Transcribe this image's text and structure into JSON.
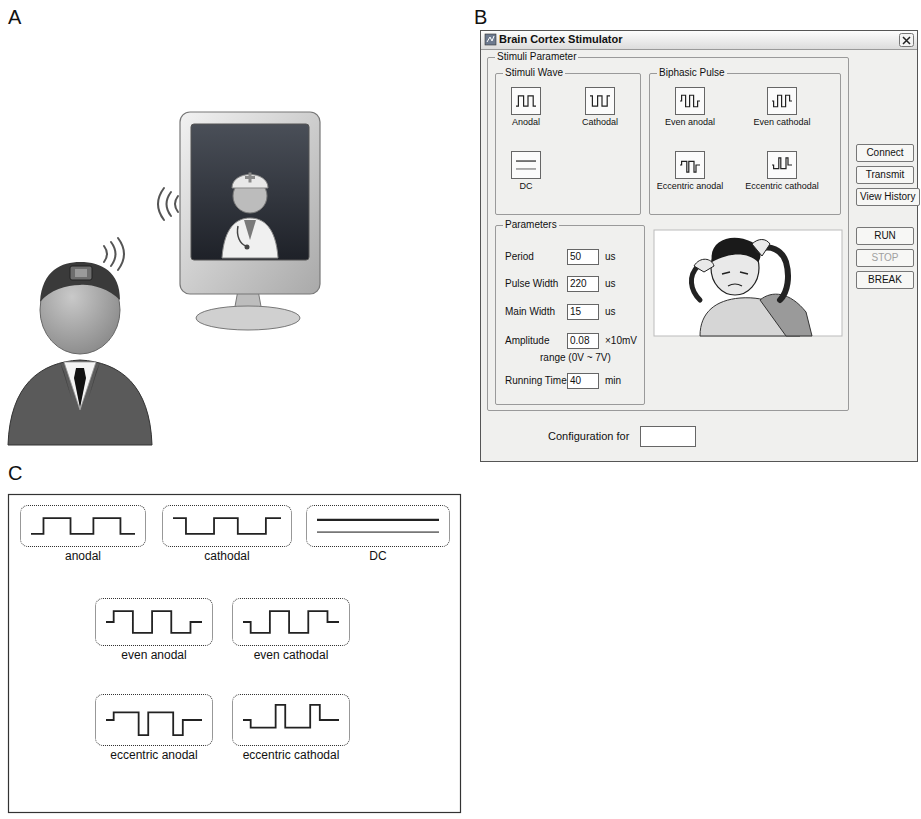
{
  "diagram": {
    "nodes": [
      {
        "text": [
          "Brain Cortex Stimulator"
        ]
      },
      {
        "text": [
          "Stimuli Parameter"
        ],
        "in": 0
      },
      {
        "text": [
          "Stimuli Wave"
        ],
        "in": 1
      },
      {
        "text": [
          "Anodal"
        ],
        "in": 2
      },
      {
        "text": [
          "Cathodal"
        ],
        "in": 2
      },
      {
        "text": [
          "DC"
        ],
        "in": 2
      },
      {
        "text": [
          "Biphasic Pulse"
        ],
        "in": 1
      },
      {
        "text": [
          "Even anodal"
        ],
        "in": 6
      },
      {
        "text": [
          "Even cathodal"
        ],
        "in": 6
      },
      {
        "text": [
          "Eccentric anodal"
        ],
        "in": 6
      },
      {
        "text": [
          "Eccentric cathodal"
        ],
        "in": 6
      },
      {
        "text": [
          "Parameters"
        ],
        "in": 1
      },
      {
        "text": [
          "50"
        ],
        "in": 11
      },
      {
        "text": [
          "220"
        ],
        "in": 11
      },
      {
        "text": [
          "15"
        ],
        "in": 11
      },
      {
        "text": [
          "0.08"
        ],
        "in": 11
      },
      {
        "text": [
          "40"
        ],
        "in": 11
      },
      {
        "text": [
          "Connect"
        ],
        "in": 0
      },
      {
        "text": [
          "Transmit"
        ],
        "in": 0
      },
      {
        "text": [
          "View History"
        ],
        "in": 0
      },
      {
        "text": [
          "RUN"
        ],
        "in": 0
      },
      {
        "text": [
          "STOP"
        ],
        "in": 0
      },
      {
        "text": [
          "BREAK"
        ],
        "in": 0
      },
      {
        "text": [
          "anodal"
        ]
      },
      {
        "text": [
          "cathodal"
        ]
      },
      {
        "text": [
          "DC"
        ]
      },
      {
        "text": [
          "even anodal"
        ]
      },
      {
        "text": [
          "even cathodal"
        ]
      },
      {
        "text": [
          "eccentric anodal"
        ]
      },
      {
        "text": [
          "eccentric cathodal"
        ]
      }
    ],
    "edges": [],
    "labels": [
      "A",
      "B",
      "C",
      "Period",
      "us",
      "Pulse Width",
      "us",
      "Main Width",
      "us",
      "Amplitude",
      "×10mV",
      "range (0V ~ 7V)",
      "Running Time",
      "min",
      "Configuration for"
    ]
  }
}
